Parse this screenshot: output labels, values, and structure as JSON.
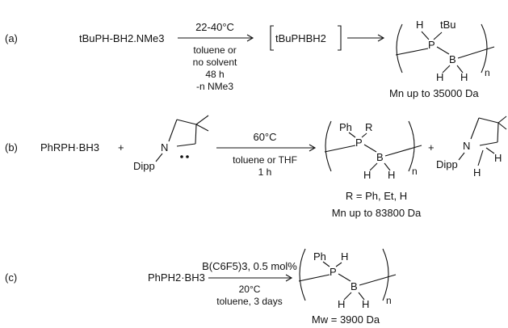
{
  "row_a": {
    "label": "(a)",
    "reactant": "tBuPH-BH2.NMe3",
    "conditions_above": "22-40°C",
    "conditions_below": [
      "toluene or",
      "no solvent",
      "48 h",
      "-n NMe3"
    ],
    "intermediate": "tBuPHBH2",
    "polymer": {
      "p_h": "H",
      "p_sub": "tBu",
      "p": "P",
      "b": "B",
      "b_h1": "H",
      "b_h2": "H",
      "n": "n"
    },
    "mass": "Mn up to 35000 Da"
  },
  "row_b": {
    "label": "(b)",
    "reactant": "PhRPH·BH3",
    "plus1": "+",
    "carbene": {
      "n": "N",
      "dipp": "Dipp"
    },
    "conditions_above": "60°C",
    "conditions_below": [
      "toluene or THF",
      "1 h"
    ],
    "polymer": {
      "p_ph": "Ph",
      "p_r": "R",
      "p": "P",
      "b": "B",
      "b_h1": "H",
      "b_h2": "H",
      "n": "n"
    },
    "plus2": "+",
    "product2": {
      "n": "N",
      "dipp": "Dipp",
      "h1": "H",
      "h2": "H"
    },
    "r_groups": "R = Ph, Et, H",
    "mass": "Mn up to 83800 Da"
  },
  "row_c": {
    "label": "(c)",
    "reactant": "PhPH2·BH3",
    "catalyst": "B(C6F5)3, 0.5 mol%",
    "conditions_below": [
      "20°C",
      "toluene, 3 days"
    ],
    "polymer": {
      "p_ph": "Ph",
      "p_h": "H",
      "p": "P",
      "b": "B",
      "b_h1": "H",
      "b_h2": "H",
      "n": "n"
    },
    "mass": "Mw = 3900 Da"
  }
}
